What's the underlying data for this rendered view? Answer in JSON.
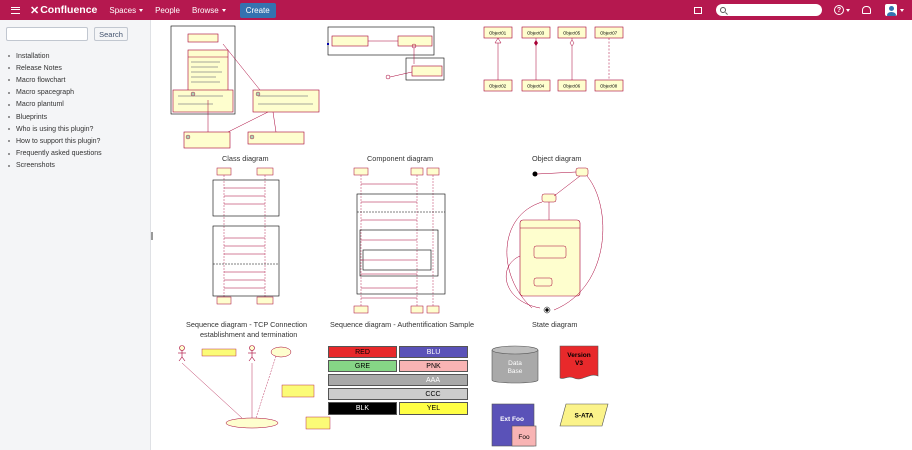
{
  "topbar": {
    "logo": "Confluence",
    "logo_mark": "✕",
    "nav": [
      {
        "label": "Spaces",
        "dropdown": true
      },
      {
        "label": "People",
        "dropdown": false
      },
      {
        "label": "Browse",
        "dropdown": true
      }
    ],
    "create_label": "Create",
    "help_glyph": "?"
  },
  "sidebar": {
    "search_button": "Search",
    "items": [
      "Installation",
      "Release Notes",
      "Macro flowchart",
      "Macro spacegraph",
      "Macro plantuml",
      "Blueprints",
      "Who is using this plugin?",
      "How to support this plugin?",
      "Frequently asked questions",
      "Screenshots"
    ]
  },
  "captions": {
    "class": "Class diagram",
    "component": "Component diagram",
    "object": "Object diagram",
    "sequence1_line1": "Sequence diagram - TCP Connection",
    "sequence1_line2": "establishment and termination",
    "sequence2": "Sequence diagram - Authentification Sample",
    "state": "State diagram"
  },
  "objects": [
    "Object01",
    "Object03",
    "Object05",
    "Object07",
    "Object02",
    "Object04",
    "Object06",
    "Object08"
  ],
  "color_table": [
    {
      "label": "RED",
      "bg": "#e8292b",
      "fg": "#000"
    },
    {
      "label": "BLU",
      "bg": "#5a52b8",
      "fg": "#fff"
    },
    {
      "label": "GRE",
      "bg": "#86d586",
      "fg": "#000"
    },
    {
      "label": "PNK",
      "bg": "#f8b4b4",
      "fg": "#000"
    },
    {
      "label": "AAA",
      "bg": "#a9a9a9",
      "fg": "#fff"
    },
    {
      "label": "CCC",
      "bg": "#cccccc",
      "fg": "#000"
    },
    {
      "label": "BLK",
      "bg": "#000000",
      "fg": "#fff"
    },
    {
      "label": "YEL",
      "bg": "#ffff44",
      "fg": "#000"
    }
  ],
  "shapes": {
    "database": "Data\nBase",
    "database_line1": "Data",
    "database_line2": "Base",
    "version_line1": "Version",
    "version_line2": "V3",
    "extfoo": "Ext Foo",
    "foo": "Foo",
    "sata": "S-ATA"
  },
  "colors": {
    "brand": "#b5184f",
    "create_button": "#3572b0",
    "uml_fill": "#fefece",
    "uml_border": "#a80036"
  }
}
